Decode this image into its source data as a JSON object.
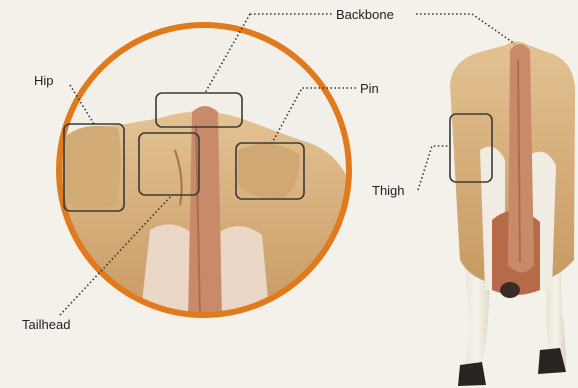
{
  "labels": {
    "backbone": "Backbone",
    "hip": "Hip",
    "pin": "Pin",
    "thigh": "Thigh",
    "tailhead": "Tailhead"
  },
  "colors": {
    "background": "#f4f1ea",
    "ring": "#e07a1c",
    "hide": "#d9b583",
    "hide_shadow": "#b88a56",
    "tail": "#c98a6a",
    "inner_pink": "#e8c6b0",
    "udder": "#b56a4a",
    "hoof": "#2a2420",
    "box_stroke": "#3a3a3a"
  }
}
